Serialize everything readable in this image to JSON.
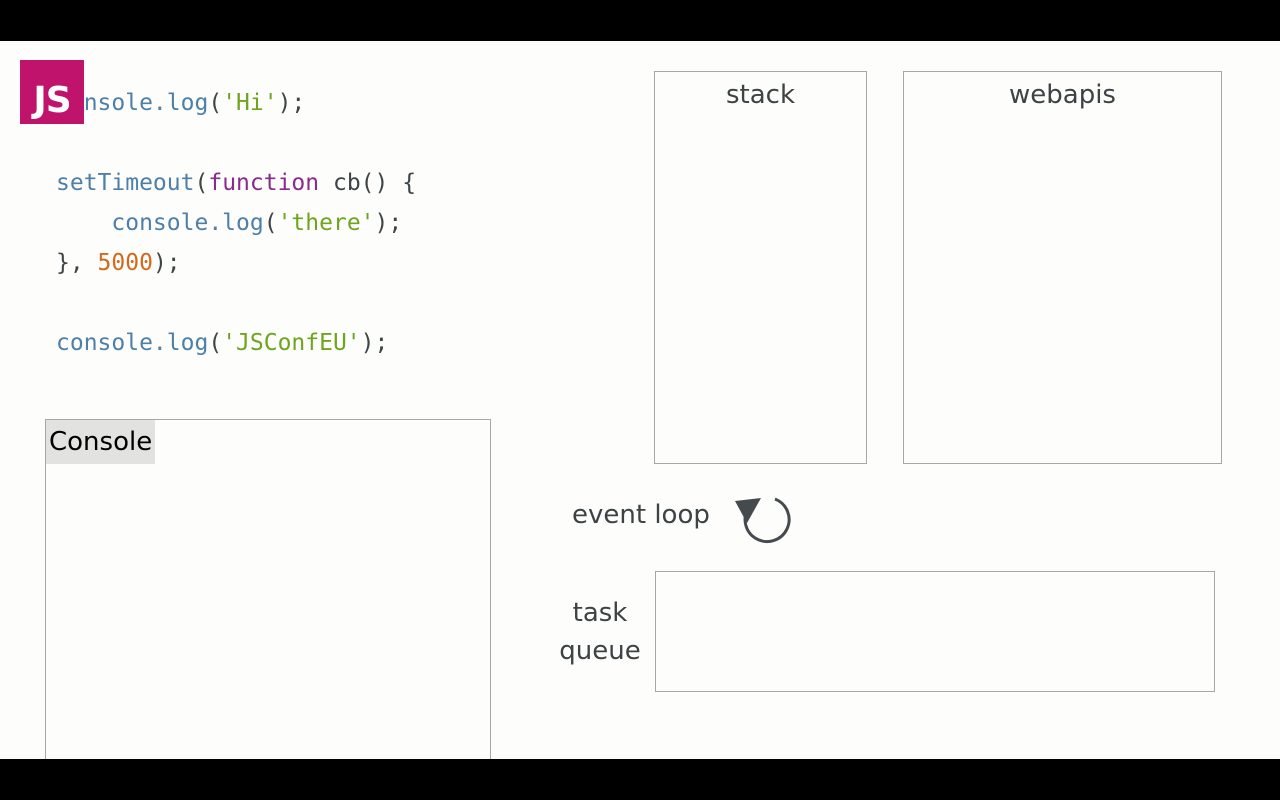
{
  "logo": {
    "text": "JS",
    "color": "#c0136c"
  },
  "code": {
    "line1": [
      {
        "t": "console.log",
        "c": "kw-blue"
      },
      {
        "t": "(",
        "c": "plain"
      },
      {
        "t": "'Hi'",
        "c": "str"
      },
      {
        "t": ");",
        "c": "plain"
      }
    ],
    "line2": [
      {
        "t": "setTimeout",
        "c": "kw-blue"
      },
      {
        "t": "(",
        "c": "plain"
      },
      {
        "t": "function",
        "c": "kw-purple"
      },
      {
        "t": " cb() {",
        "c": "plain"
      }
    ],
    "line3": [
      {
        "t": "    console.log",
        "c": "kw-blue"
      },
      {
        "t": "(",
        "c": "plain"
      },
      {
        "t": "'there'",
        "c": "str"
      },
      {
        "t": ");",
        "c": "plain"
      }
    ],
    "line4": [
      {
        "t": "}, ",
        "c": "plain"
      },
      {
        "t": "5000",
        "c": "num"
      },
      {
        "t": ");",
        "c": "plain"
      }
    ],
    "line5": [
      {
        "t": "console.log",
        "c": "kw-blue"
      },
      {
        "t": "(",
        "c": "plain"
      },
      {
        "t": "'JSConfEU'",
        "c": "str"
      },
      {
        "t": ");",
        "c": "plain"
      }
    ]
  },
  "panels": {
    "stack": "stack",
    "webapis": "webapis",
    "console": "Console",
    "event_loop": "event loop",
    "task_queue_line1": "task",
    "task_queue_line2": "queue"
  },
  "icons": {
    "loop": "refresh-icon"
  },
  "colors": {
    "string": "#6fa41f",
    "keyword_blue": "#4e7fa8",
    "keyword_purple": "#8b2a8b",
    "number": "#d2691e"
  }
}
